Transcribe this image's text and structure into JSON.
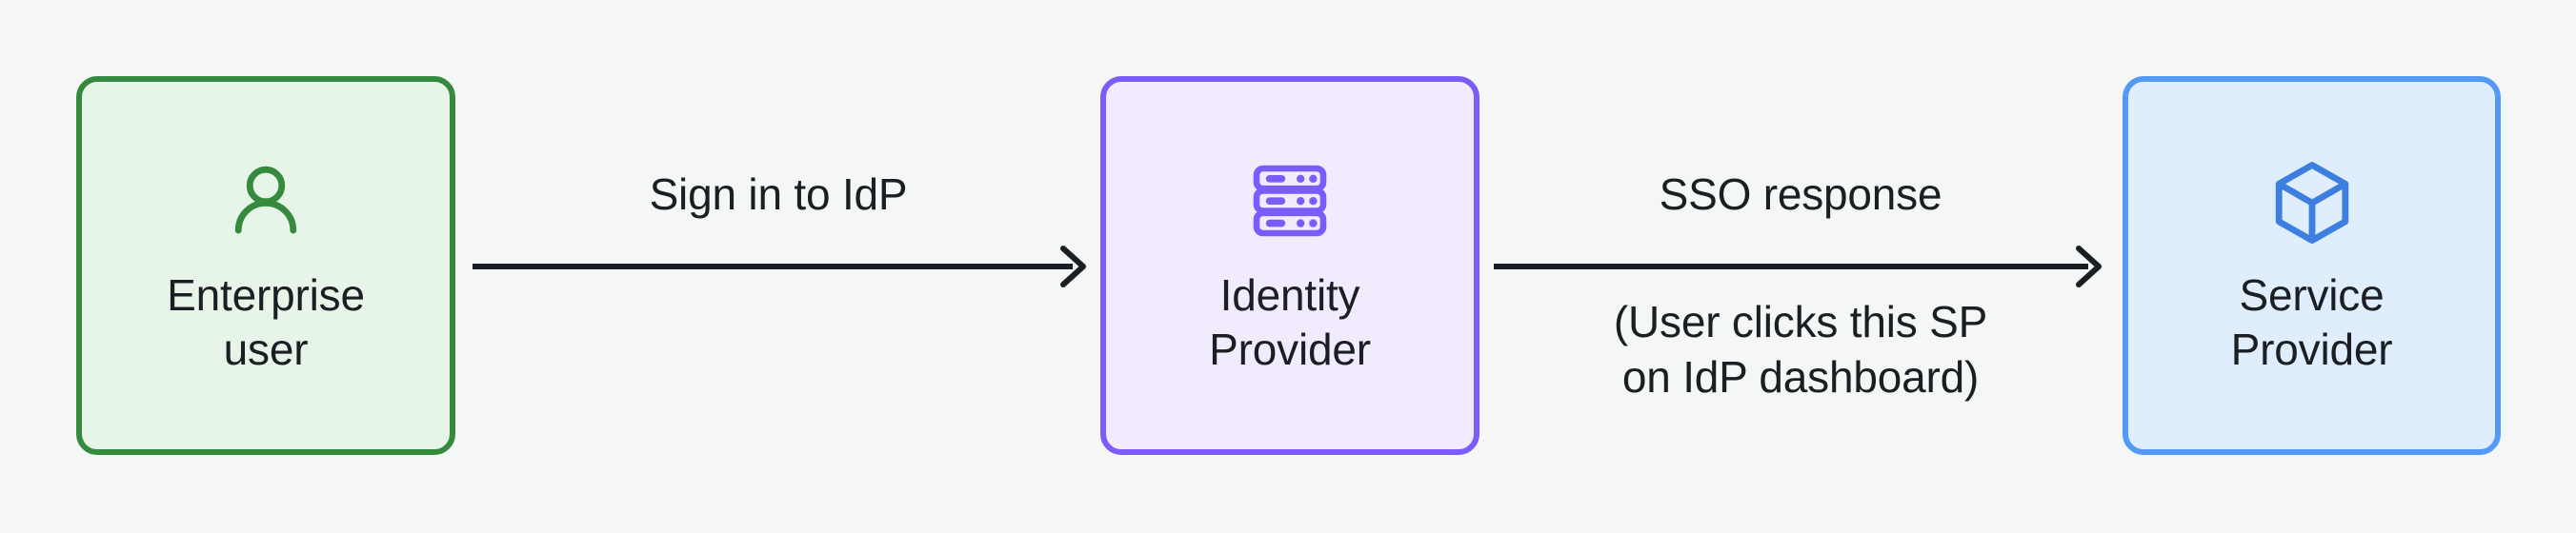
{
  "diagram": {
    "type": "flow",
    "background_color": "#F5F7F6",
    "text_color": "#1B1F23",
    "nodes": [
      {
        "id": "enterprise-user",
        "label": "Enterprise\nuser",
        "icon": "person-icon",
        "fill_color": "#E7F4E8",
        "border_color": "#358A3E",
        "icon_color": "#358A3E"
      },
      {
        "id": "identity-provider",
        "label": "Identity\nProvider",
        "icon": "server-rack-icon",
        "fill_color": "#F2EBFD",
        "border_color": "#7C5CF9",
        "icon_color": "#7C5CF9"
      },
      {
        "id": "service-provider",
        "label": "Service\nProvider",
        "icon": "cube-icon",
        "fill_color": "#DFEDFD",
        "border_color": "#5599F7",
        "icon_color": "#3D7FE0"
      }
    ],
    "edges": [
      {
        "id": "user-to-idp",
        "from": "enterprise-user",
        "to": "identity-provider",
        "label_above": "Sign in to IdP",
        "label_below": "",
        "arrow_color": "#1B1F23"
      },
      {
        "id": "idp-to-sp",
        "from": "identity-provider",
        "to": "service-provider",
        "label_above": "SSO response",
        "label_below": "(User clicks this SP\non IdP dashboard)",
        "arrow_color": "#1B1F23"
      }
    ]
  }
}
